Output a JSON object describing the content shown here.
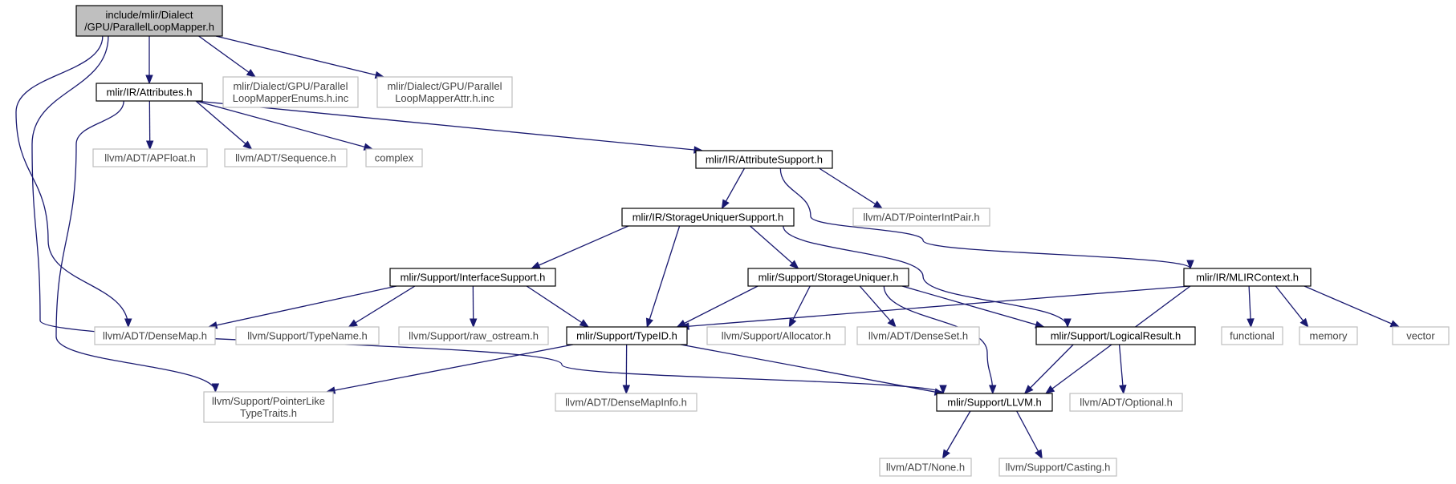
{
  "nodes": [
    {
      "id": "root",
      "lines": [
        "include/mlir/Dialect",
        "/GPU/ParallelLoopMapper.h"
      ],
      "kind": "root"
    },
    {
      "id": "attributes",
      "lines": [
        "mlir/IR/Attributes.h"
      ],
      "kind": "documented"
    },
    {
      "id": "enums_inc",
      "lines": [
        "mlir/Dialect/GPU/Parallel",
        "LoopMapperEnums.h.inc"
      ],
      "kind": "external"
    },
    {
      "id": "attr_inc",
      "lines": [
        "mlir/Dialect/GPU/Parallel",
        "LoopMapperAttr.h.inc"
      ],
      "kind": "external"
    },
    {
      "id": "apfloat",
      "lines": [
        "llvm/ADT/APFloat.h"
      ],
      "kind": "external"
    },
    {
      "id": "sequence",
      "lines": [
        "llvm/ADT/Sequence.h"
      ],
      "kind": "external"
    },
    {
      "id": "complex",
      "lines": [
        "complex"
      ],
      "kind": "external"
    },
    {
      "id": "attrsupport",
      "lines": [
        "mlir/IR/AttributeSupport.h"
      ],
      "kind": "documented"
    },
    {
      "id": "storageuniquersupport",
      "lines": [
        "mlir/IR/StorageUniquerSupport.h"
      ],
      "kind": "documented"
    },
    {
      "id": "pointerintpair",
      "lines": [
        "llvm/ADT/PointerIntPair.h"
      ],
      "kind": "external"
    },
    {
      "id": "interfacesupport",
      "lines": [
        "mlir/Support/InterfaceSupport.h"
      ],
      "kind": "documented"
    },
    {
      "id": "storageuniquer",
      "lines": [
        "mlir/Support/StorageUniquer.h"
      ],
      "kind": "documented"
    },
    {
      "id": "mlircontext",
      "lines": [
        "mlir/IR/MLIRContext.h"
      ],
      "kind": "documented"
    },
    {
      "id": "densemap",
      "lines": [
        "llvm/ADT/DenseMap.h"
      ],
      "kind": "external"
    },
    {
      "id": "typename",
      "lines": [
        "llvm/Support/TypeName.h"
      ],
      "kind": "external"
    },
    {
      "id": "raw_ostream",
      "lines": [
        "llvm/Support/raw_ostream.h"
      ],
      "kind": "external"
    },
    {
      "id": "typeid",
      "lines": [
        "mlir/Support/TypeID.h"
      ],
      "kind": "documented"
    },
    {
      "id": "allocator",
      "lines": [
        "llvm/Support/Allocator.h"
      ],
      "kind": "external"
    },
    {
      "id": "denseset",
      "lines": [
        "llvm/ADT/DenseSet.h"
      ],
      "kind": "external"
    },
    {
      "id": "logicalresult",
      "lines": [
        "mlir/Support/LogicalResult.h"
      ],
      "kind": "documented"
    },
    {
      "id": "functional",
      "lines": [
        "functional"
      ],
      "kind": "external"
    },
    {
      "id": "memory",
      "lines": [
        "memory"
      ],
      "kind": "external"
    },
    {
      "id": "vector",
      "lines": [
        "vector"
      ],
      "kind": "external"
    },
    {
      "id": "pointerlike",
      "lines": [
        "llvm/Support/PointerLike",
        "TypeTraits.h"
      ],
      "kind": "external"
    },
    {
      "id": "densemapinfo",
      "lines": [
        "llvm/ADT/DenseMapInfo.h"
      ],
      "kind": "external"
    },
    {
      "id": "llvm_h",
      "lines": [
        "mlir/Support/LLVM.h"
      ],
      "kind": "documented"
    },
    {
      "id": "optional",
      "lines": [
        "llvm/ADT/Optional.h"
      ],
      "kind": "external"
    },
    {
      "id": "none",
      "lines": [
        "llvm/ADT/None.h"
      ],
      "kind": "external"
    },
    {
      "id": "casting",
      "lines": [
        "llvm/Support/Casting.h"
      ],
      "kind": "external"
    }
  ],
  "edges": [
    {
      "from": "root",
      "to": "attributes"
    },
    {
      "from": "root",
      "to": "enums_inc"
    },
    {
      "from": "root",
      "to": "attr_inc"
    },
    {
      "from": "root",
      "to": "densemap"
    },
    {
      "from": "root",
      "to": "llvm_h"
    },
    {
      "from": "attributes",
      "to": "apfloat"
    },
    {
      "from": "attributes",
      "to": "sequence"
    },
    {
      "from": "attributes",
      "to": "complex"
    },
    {
      "from": "attributes",
      "to": "attrsupport"
    },
    {
      "from": "attributes",
      "to": "pointerlike"
    },
    {
      "from": "attrsupport",
      "to": "storageuniquersupport"
    },
    {
      "from": "attrsupport",
      "to": "pointerintpair"
    },
    {
      "from": "attrsupport",
      "to": "mlircontext"
    },
    {
      "from": "storageuniquersupport",
      "to": "interfacesupport"
    },
    {
      "from": "storageuniquersupport",
      "to": "storageuniquer"
    },
    {
      "from": "storageuniquersupport",
      "to": "typeid"
    },
    {
      "from": "storageuniquersupport",
      "to": "logicalresult"
    },
    {
      "from": "interfacesupport",
      "to": "densemap"
    },
    {
      "from": "interfacesupport",
      "to": "typename"
    },
    {
      "from": "interfacesupport",
      "to": "raw_ostream"
    },
    {
      "from": "interfacesupport",
      "to": "typeid"
    },
    {
      "from": "storageuniquer",
      "to": "typeid"
    },
    {
      "from": "storageuniquer",
      "to": "allocator"
    },
    {
      "from": "storageuniquer",
      "to": "denseset"
    },
    {
      "from": "storageuniquer",
      "to": "logicalresult"
    },
    {
      "from": "storageuniquer",
      "to": "llvm_h"
    },
    {
      "from": "mlircontext",
      "to": "typeid"
    },
    {
      "from": "mlircontext",
      "to": "functional"
    },
    {
      "from": "mlircontext",
      "to": "memory"
    },
    {
      "from": "mlircontext",
      "to": "vector"
    },
    {
      "from": "mlircontext",
      "to": "llvm_h"
    },
    {
      "from": "typeid",
      "to": "pointerlike"
    },
    {
      "from": "typeid",
      "to": "densemapinfo"
    },
    {
      "from": "typeid",
      "to": "llvm_h"
    },
    {
      "from": "logicalresult",
      "to": "llvm_h"
    },
    {
      "from": "logicalresult",
      "to": "optional"
    },
    {
      "from": "llvm_h",
      "to": "none"
    },
    {
      "from": "llvm_h",
      "to": "casting"
    }
  ]
}
